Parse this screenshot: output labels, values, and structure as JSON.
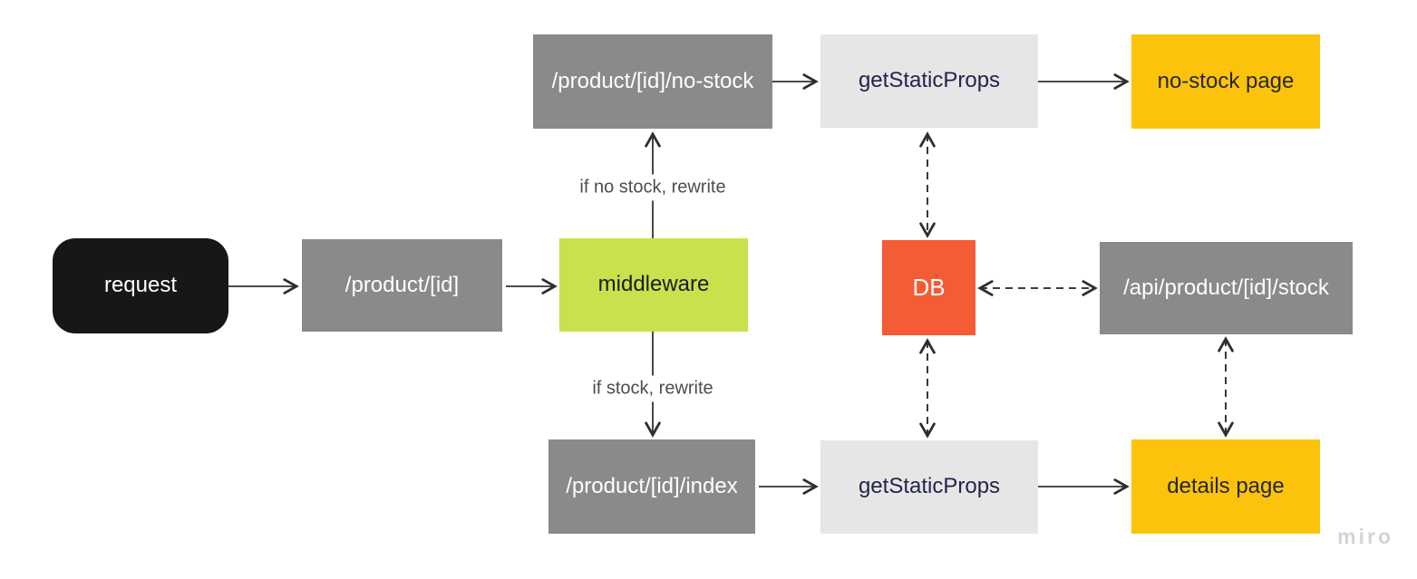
{
  "app": {
    "watermark": "miro"
  },
  "diagram": {
    "nodes": {
      "request": {
        "label": "request",
        "shape": "rounded-rectangle",
        "bg": "#17171a",
        "text": "#ffffff"
      },
      "product_id_route": {
        "label": "/product/[id]",
        "shape": "rectangle",
        "bg": "#8a8a8a",
        "text": "#ffffff"
      },
      "middleware": {
        "label": "middleware",
        "shape": "rectangle",
        "bg": "#c9e14d",
        "text": "#1c1c1c"
      },
      "no_stock_route": {
        "label": "/product/[id]/no-stock",
        "shape": "rectangle",
        "bg": "#8a8a8a",
        "text": "#ffffff"
      },
      "get_static_props_top": {
        "label": "getStaticProps",
        "shape": "rectangle",
        "bg": "#e6e6e6",
        "text": "#23234f"
      },
      "no_stock_page": {
        "label": "no-stock page",
        "shape": "rectangle",
        "bg": "#fcc30c",
        "text": "#262626"
      },
      "db": {
        "label": "DB",
        "shape": "rectangle",
        "bg": "#f45c35",
        "text": "#ffffff"
      },
      "stock_api_route": {
        "label": "/api/product/[id]/stock",
        "shape": "rectangle",
        "bg": "#8a8a8a",
        "text": "#ffffff"
      },
      "index_route": {
        "label": "/product/[id]/index",
        "shape": "rectangle",
        "bg": "#8a8a8a",
        "text": "#ffffff"
      },
      "get_static_props_bottom": {
        "label": "getStaticProps",
        "shape": "rectangle",
        "bg": "#e6e6e6",
        "text": "#23234f"
      },
      "details_page": {
        "label": "details page",
        "shape": "rectangle",
        "bg": "#fcc30c",
        "text": "#262626"
      }
    },
    "edge_labels": {
      "no_stock": "if no stock, rewrite",
      "stock": "if stock, rewrite"
    },
    "edges": [
      {
        "from": "request",
        "to": "product_id_route",
        "style": "solid"
      },
      {
        "from": "product_id_route",
        "to": "middleware",
        "style": "solid"
      },
      {
        "from": "middleware",
        "to": "no_stock_route",
        "style": "solid",
        "label": "if no stock, rewrite"
      },
      {
        "from": "middleware",
        "to": "index_route",
        "style": "solid",
        "label": "if stock, rewrite"
      },
      {
        "from": "no_stock_route",
        "to": "get_static_props_top",
        "style": "solid"
      },
      {
        "from": "get_static_props_top",
        "to": "no_stock_page",
        "style": "solid"
      },
      {
        "from": "get_static_props_top",
        "to": "db",
        "style": "dashed-bidirectional"
      },
      {
        "from": "db",
        "to": "stock_api_route",
        "style": "dashed-bidirectional"
      },
      {
        "from": "db",
        "to": "get_static_props_bottom",
        "style": "dashed-bidirectional"
      },
      {
        "from": "stock_api_route",
        "to": "details_page",
        "style": "dashed-bidirectional"
      },
      {
        "from": "index_route",
        "to": "get_static_props_bottom",
        "style": "solid"
      },
      {
        "from": "get_static_props_bottom",
        "to": "details_page",
        "style": "solid"
      }
    ]
  }
}
